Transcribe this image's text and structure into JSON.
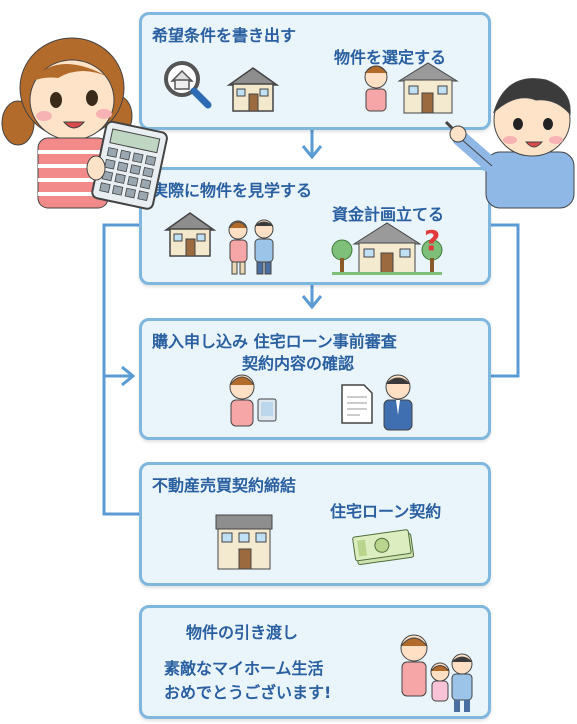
{
  "steps": [
    {
      "left": "希望条件を書き出す",
      "right": "物件を選定する"
    },
    {
      "left": "実際に物件を見学する",
      "right": "資金計画立てる"
    },
    {
      "line1": "購入申し込み 住宅ローン事前審査",
      "line2": "契約内容の確認"
    },
    {
      "left": "不動産売買契約締結",
      "right": "住宅ローン契約"
    },
    {
      "line1": "物件の引き渡し",
      "line2": "素敵なマイホーム生活",
      "line3": "おめでとうございます!"
    }
  ],
  "colors": {
    "box_border": "#7fb7de",
    "box_fill": "#e9f4fb",
    "text": "#2a5fa0",
    "arrow": "#5b9bd5"
  }
}
